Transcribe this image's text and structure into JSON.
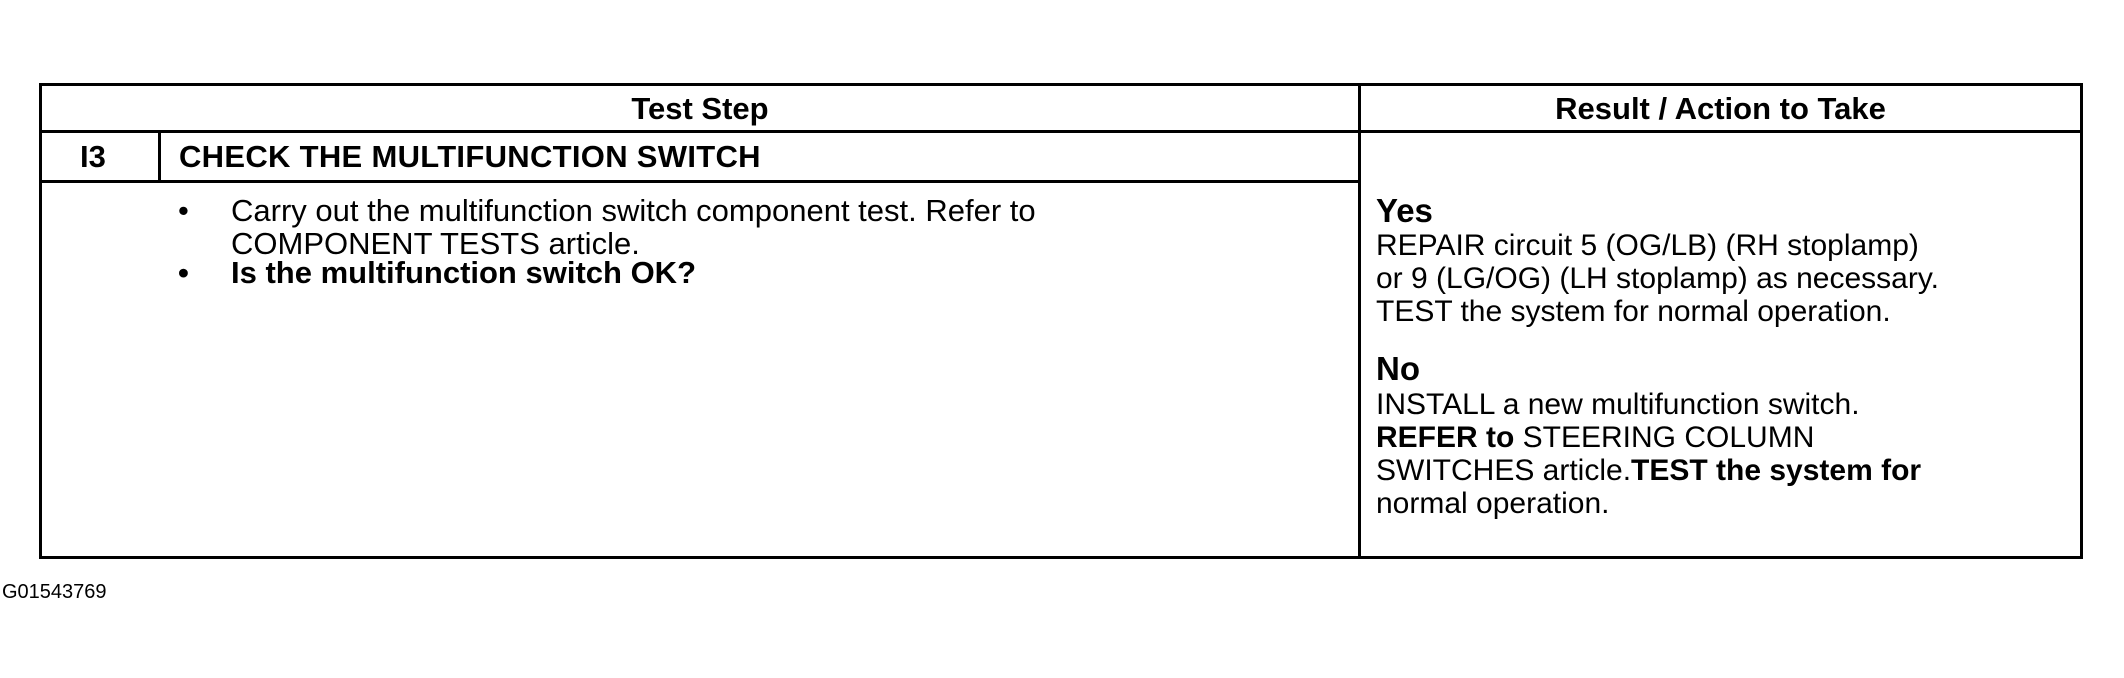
{
  "table": {
    "headers": {
      "test_step": "Test Step",
      "result_action": "Result / Action to Take"
    },
    "step": {
      "id": "I3",
      "title": "CHECK THE MULTIFUNCTION SWITCH",
      "bullets": [
        {
          "line1": "Carry out the multifunction switch component test. Refer to",
          "line2": "COMPONENT TESTS article."
        },
        {
          "line1": "Is the multifunction switch OK?"
        }
      ]
    },
    "results": {
      "yes": {
        "heading": "Yes",
        "lines": [
          "REPAIR circuit 5 (OG/LB) (RH stoplamp)",
          "or 9 (LG/OG) (LH stoplamp) as necessary.",
          "TEST the system for normal operation."
        ]
      },
      "no": {
        "heading": "No",
        "line1": "INSTALL a new multifunction switch.",
        "line2_bold": "REFER to",
        "line2_rest": " STEERING COLUMN",
        "line3_rest": "SWITCHES article.",
        "line3_bold": "TEST the system for",
        "line4": "normal operation."
      }
    }
  },
  "figure_id": "G01543769"
}
